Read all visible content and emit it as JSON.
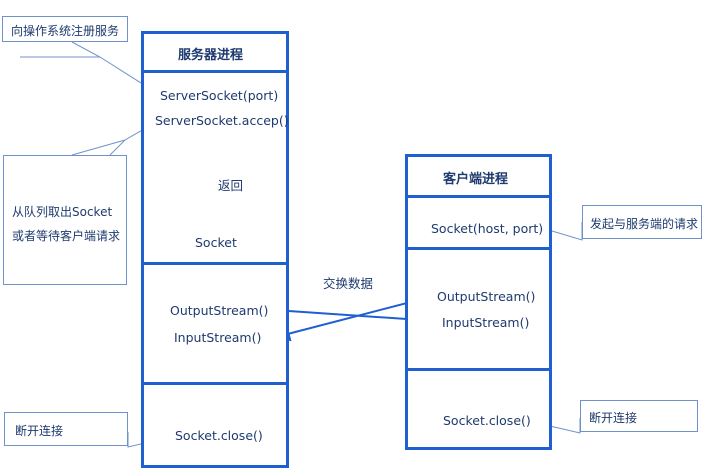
{
  "server": {
    "title": "服务器进程",
    "serversocket_port": "ServerSocket(port)",
    "serversocket_accept": "ServerSocket.accep()",
    "return_label": "返回",
    "socket": "Socket",
    "output_stream": "OutputStream()",
    "input_stream": "InputStream()",
    "socket_close": "Socket.close()"
  },
  "client": {
    "title": "客户端进程",
    "socket_host_port": "Socket(host, port)",
    "output_stream": "OutputStream()",
    "input_stream": "InputStream()",
    "socket_close": "Socket.close()"
  },
  "exchange_label": "交换数据",
  "callouts": {
    "register_service": "向操作系统注册服务",
    "queue_line1": "从队列取出Socket",
    "queue_line2": "或者等待客户端请求",
    "server_disconnect": "断开连接",
    "client_request": "发起与服务端的请求",
    "client_disconnect": "断开连接"
  },
  "colors": {
    "box_border": "#1f5fcf",
    "text": "#1e3a6e",
    "callout_border": "#6f93c9"
  }
}
